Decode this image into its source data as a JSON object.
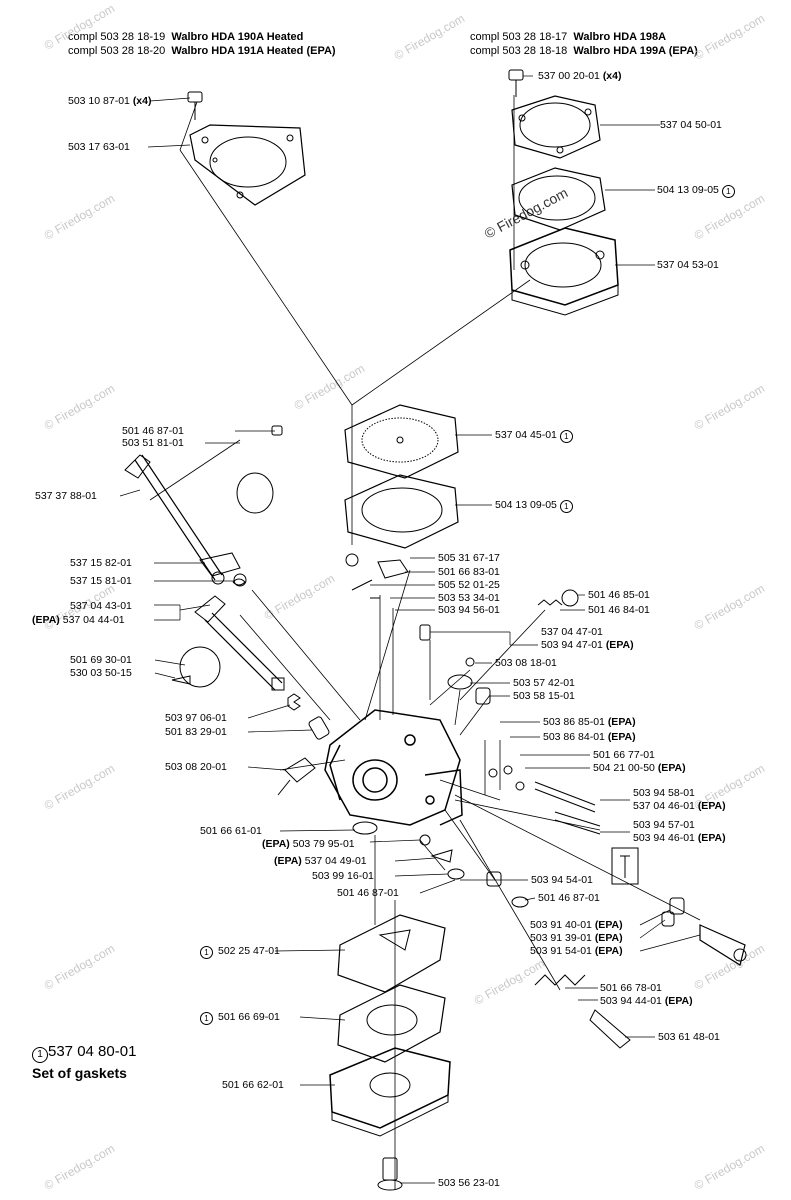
{
  "header": {
    "left": [
      {
        "part": "compl 503 28 18-19",
        "desc": "Walbro HDA 190A Heated"
      },
      {
        "part": "compl 503 28 18-20",
        "desc": "Walbro HDA 191A Heated (EPA)"
      }
    ],
    "right": [
      {
        "part": "compl 503 28 18-17",
        "desc": "Walbro HDA 198A"
      },
      {
        "part": "compl 503 28 18-18",
        "desc": "Walbro HDA 199A (EPA)"
      }
    ]
  },
  "watermark": "© Firedog.com",
  "legend": {
    "marker": "1",
    "part": "537 04 80-01",
    "title": "Set of gaskets"
  },
  "labels": {
    "l01": "503 10 87-01",
    "l01q": "(x4)",
    "l02": "503 17 63-01",
    "l03": "537 00 20-01",
    "l03q": "(x4)",
    "l04": "537 04 50-01",
    "l05": "504 13 09-05",
    "l06": "537 04 53-01",
    "l07": "537 04 45-01",
    "l08": "504 13 09-05",
    "l09": "501 46 87-01",
    "l10": "503 51 81-01",
    "l11": "537 37 88-01",
    "l12": "537 15 82-01",
    "l13": "537 15 81-01",
    "l14": "537 04 43-01",
    "l15p": "(EPA)",
    "l15": "537 04 44-01",
    "l16": "501 69 30-01",
    "l17": "530 03 50-15",
    "l18": "503 97 06-01",
    "l19": "501 83 29-01",
    "l20": "503 08 20-01",
    "l21": "501 66 61-01",
    "l22p": "(EPA)",
    "l22": "503 79 95-01",
    "l23p": "(EPA)",
    "l23": "537 04 49-01",
    "l24": "503 99 16-01",
    "l25": "501 46 87-01",
    "l26": "502 25 47-01",
    "l27": "501 66 69-01",
    "l28": "501 66 62-01",
    "l29": "503 56 23-01",
    "l30": "505 31 67-17",
    "l31": "501 66 83-01",
    "l32": "505 52 01-25",
    "l33": "503 53 34-01",
    "l34": "503 94 56-01",
    "l35": "501 46 85-01",
    "l36": "501 46 84-01",
    "l37": "537 04 47-01",
    "l38": "503 94 47-01",
    "l38s": "(EPA)",
    "l39": "503 08 18-01",
    "l40": "503 57 42-01",
    "l41": "503 58 15-01",
    "l42": "503 86 85-01",
    "l42s": "(EPA)",
    "l43": "503 86 84-01",
    "l43s": "(EPA)",
    "l44": "501 66 77-01",
    "l45": "504 21 00-50",
    "l45s": "(EPA)",
    "l46": "503 94 58-01",
    "l47": "537 04 46-01",
    "l47s": "(EPA)",
    "l48": "503 94 57-01",
    "l49": "503 94 46-01",
    "l49s": "(EPA)",
    "l50": "503 94 54-01",
    "l51": "501 46 87-01",
    "l52": "503 91 40-01",
    "l52s": "(EPA)",
    "l53": "503 91 39-01",
    "l53s": "(EPA)",
    "l54": "503 91 54-01",
    "l54s": "(EPA)",
    "l55": "501 66 78-01",
    "l56": "503 94 44-01",
    "l56s": "(EPA)",
    "l57": "503 61 48-01"
  },
  "gasket_marker": "1"
}
